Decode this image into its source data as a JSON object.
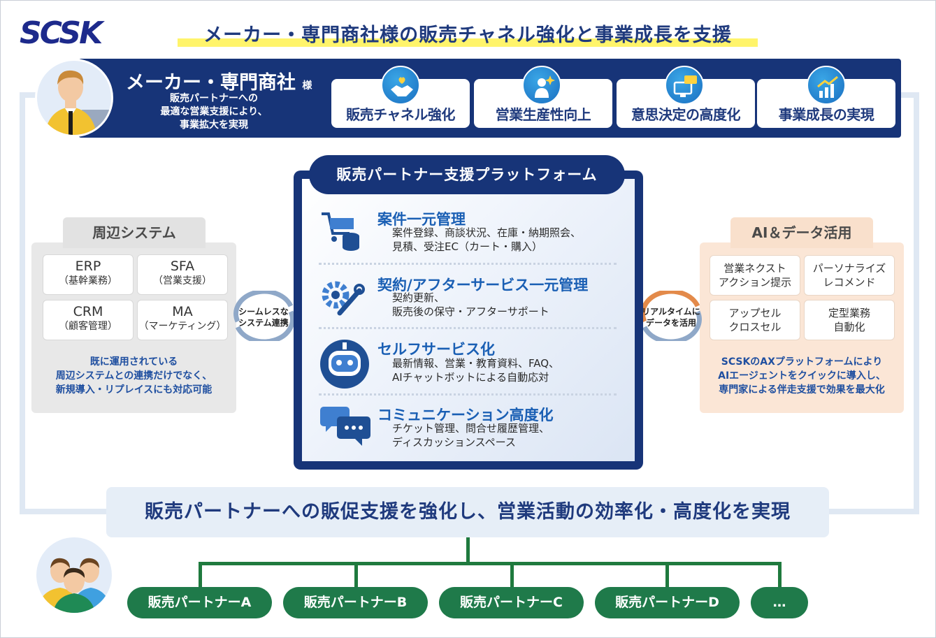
{
  "header": {
    "logo": "SCSK",
    "title": "メーカー・専門商社様の販売チャネル強化と事業成長を支援"
  },
  "maker": {
    "name": "メーカー・専門商社",
    "honorific": "様",
    "desc": [
      "販売パートナーへの",
      "最適な営業支援により、",
      "事業拡大を実現"
    ],
    "goals": [
      {
        "label": "販売チャネル強化",
        "icon": "handshake-icon"
      },
      {
        "label": "営業生産性向上",
        "icon": "person-sparkle-icon"
      },
      {
        "label": "意思決定の高度化",
        "icon": "monitor-chat-icon"
      },
      {
        "label": "事業成長の実現",
        "icon": "growth-chart-icon"
      }
    ]
  },
  "left_panel": {
    "title": "周辺システム",
    "systems": [
      {
        "name": "ERP",
        "sub": "（基幹業務）"
      },
      {
        "name": "SFA",
        "sub": "（営業支援）"
      },
      {
        "name": "CRM",
        "sub": "（顧客管理）"
      },
      {
        "name": "MA",
        "sub": "（マーケティング）"
      }
    ],
    "note": [
      "既に運用されている",
      "周辺システムとの連携だけでなく、",
      "新規導入・リプレイスにも対応可能"
    ],
    "connector": [
      "シームレスな",
      "システム連携"
    ]
  },
  "platform": {
    "title": "販売パートナー支援プラットフォーム",
    "features": [
      {
        "title": "案件一元管理",
        "desc": [
          "案件登録、商談状況、在庫・納期照会、",
          "見積、受注EC（カート・購入）"
        ],
        "icon": "cart-database-icon"
      },
      {
        "title": "契約/アフターサービス一元管理",
        "desc": [
          "契約更新、",
          "販売後の保守・アフターサポート"
        ],
        "icon": "gear-wrench-icon"
      },
      {
        "title": "セルフサービス化",
        "desc": [
          "最新情報、営業・教育資料、FAQ、",
          "AIチャットボットによる自動応対"
        ],
        "icon": "robot-icon"
      },
      {
        "title": "コミュニケーション高度化",
        "desc": [
          "チケット管理、問合せ履歴管理、",
          "ディスカッションスペース"
        ],
        "icon": "chat-bubbles-icon"
      }
    ]
  },
  "right_panel": {
    "title": "AI＆データ活用",
    "items": [
      [
        "営業ネクスト",
        "アクション提示"
      ],
      [
        "パーソナライズ",
        "レコメンド"
      ],
      [
        "アップセル",
        "クロスセル"
      ],
      [
        "定型業務",
        "自動化"
      ]
    ],
    "note": [
      "SCSKのAXプラットフォームにより",
      "AIエージェントをクイックに導入し、",
      "専門家による伴走支援で効果を最大化"
    ],
    "connector": [
      "リアルタイムに",
      "データを活用"
    ]
  },
  "result": "販売パートナーへの販促支援を強化し、営業活動の効率化・高度化を実現",
  "partners": [
    "販売パートナーA",
    "販売パートナーB",
    "販売パートナーC",
    "販売パートナーD",
    "…"
  ],
  "colors": {
    "navy": "#173478",
    "blue": "#1a5fb4",
    "green": "#1f7a4a",
    "highlight": "#fff46b"
  }
}
